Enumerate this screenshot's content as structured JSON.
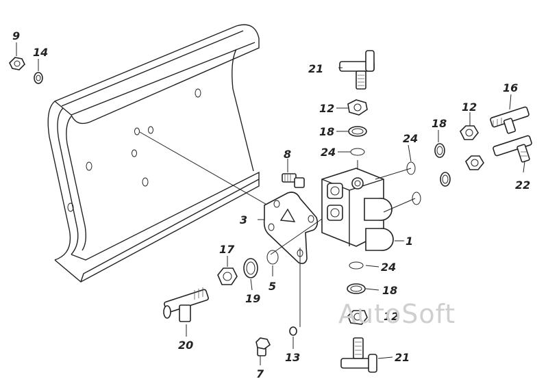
{
  "watermark": "AutoSoft",
  "labels": {
    "l1": "1",
    "l3": "3",
    "l5": "5",
    "l7": "7",
    "l8": "8",
    "l9": "9",
    "l12a": "12",
    "l12b": "12",
    "l12c": "12",
    "l13": "13",
    "l14": "14",
    "l16": "16",
    "l17": "17",
    "l18a": "18",
    "l18b": "18",
    "l18c": "18",
    "l19": "19",
    "l20": "20",
    "l21a": "21",
    "l21b": "21",
    "l22": "22",
    "l24a": "24",
    "l24b": "24",
    "l24c": "24"
  },
  "icons": [
    "hex-nut-icon",
    "washer-icon",
    "tee-fitting-icon",
    "bolt-icon",
    "valve-icon",
    "bracket-icon",
    "frame-icon"
  ]
}
